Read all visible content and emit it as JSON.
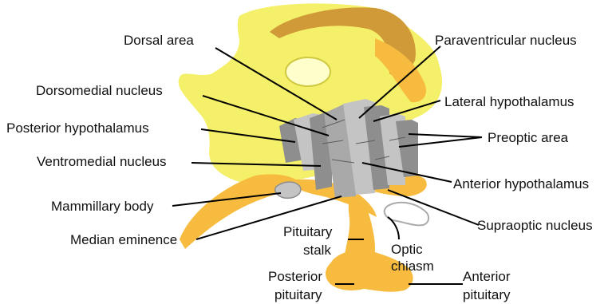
{
  "diagram": {
    "labels": {
      "dorsal_area": "Dorsal area",
      "paraventricular_nucleus": "Paraventricular nucleus",
      "dorsomedial_nucleus": "Dorsomedial nucleus",
      "lateral_hypothalamus": "Lateral hypothalamus",
      "posterior_hypothalamus": "Posterior hypothalamus",
      "preoptic_area": "Preoptic area",
      "ventromedial_nucleus": "Ventromedial nucleus",
      "anterior_hypothalamus": "Anterior hypothalamus",
      "mammillary_body": "Mammillary body",
      "supraoptic_nucleus": "Supraoptic nucleus",
      "median_eminence": "Median eminence",
      "pituitary_stalk": [
        "Pituitary",
        "stalk"
      ],
      "optic_chiasm": [
        "Optic",
        "chiasm"
      ],
      "posterior_pituitary": [
        "Posterior",
        "pituitary"
      ],
      "anterior_pituitary": [
        "Anterior",
        "pituitary"
      ]
    },
    "colors": {
      "brain_yellow": "#f4f06a",
      "orange": "#f7bc3f",
      "corpus_callosum": "#d19a38",
      "nuclei_gray": "#8e8e8e",
      "nuclei_light": "#c4c4c4",
      "leader": "#000000",
      "background": "#ffffff"
    }
  }
}
